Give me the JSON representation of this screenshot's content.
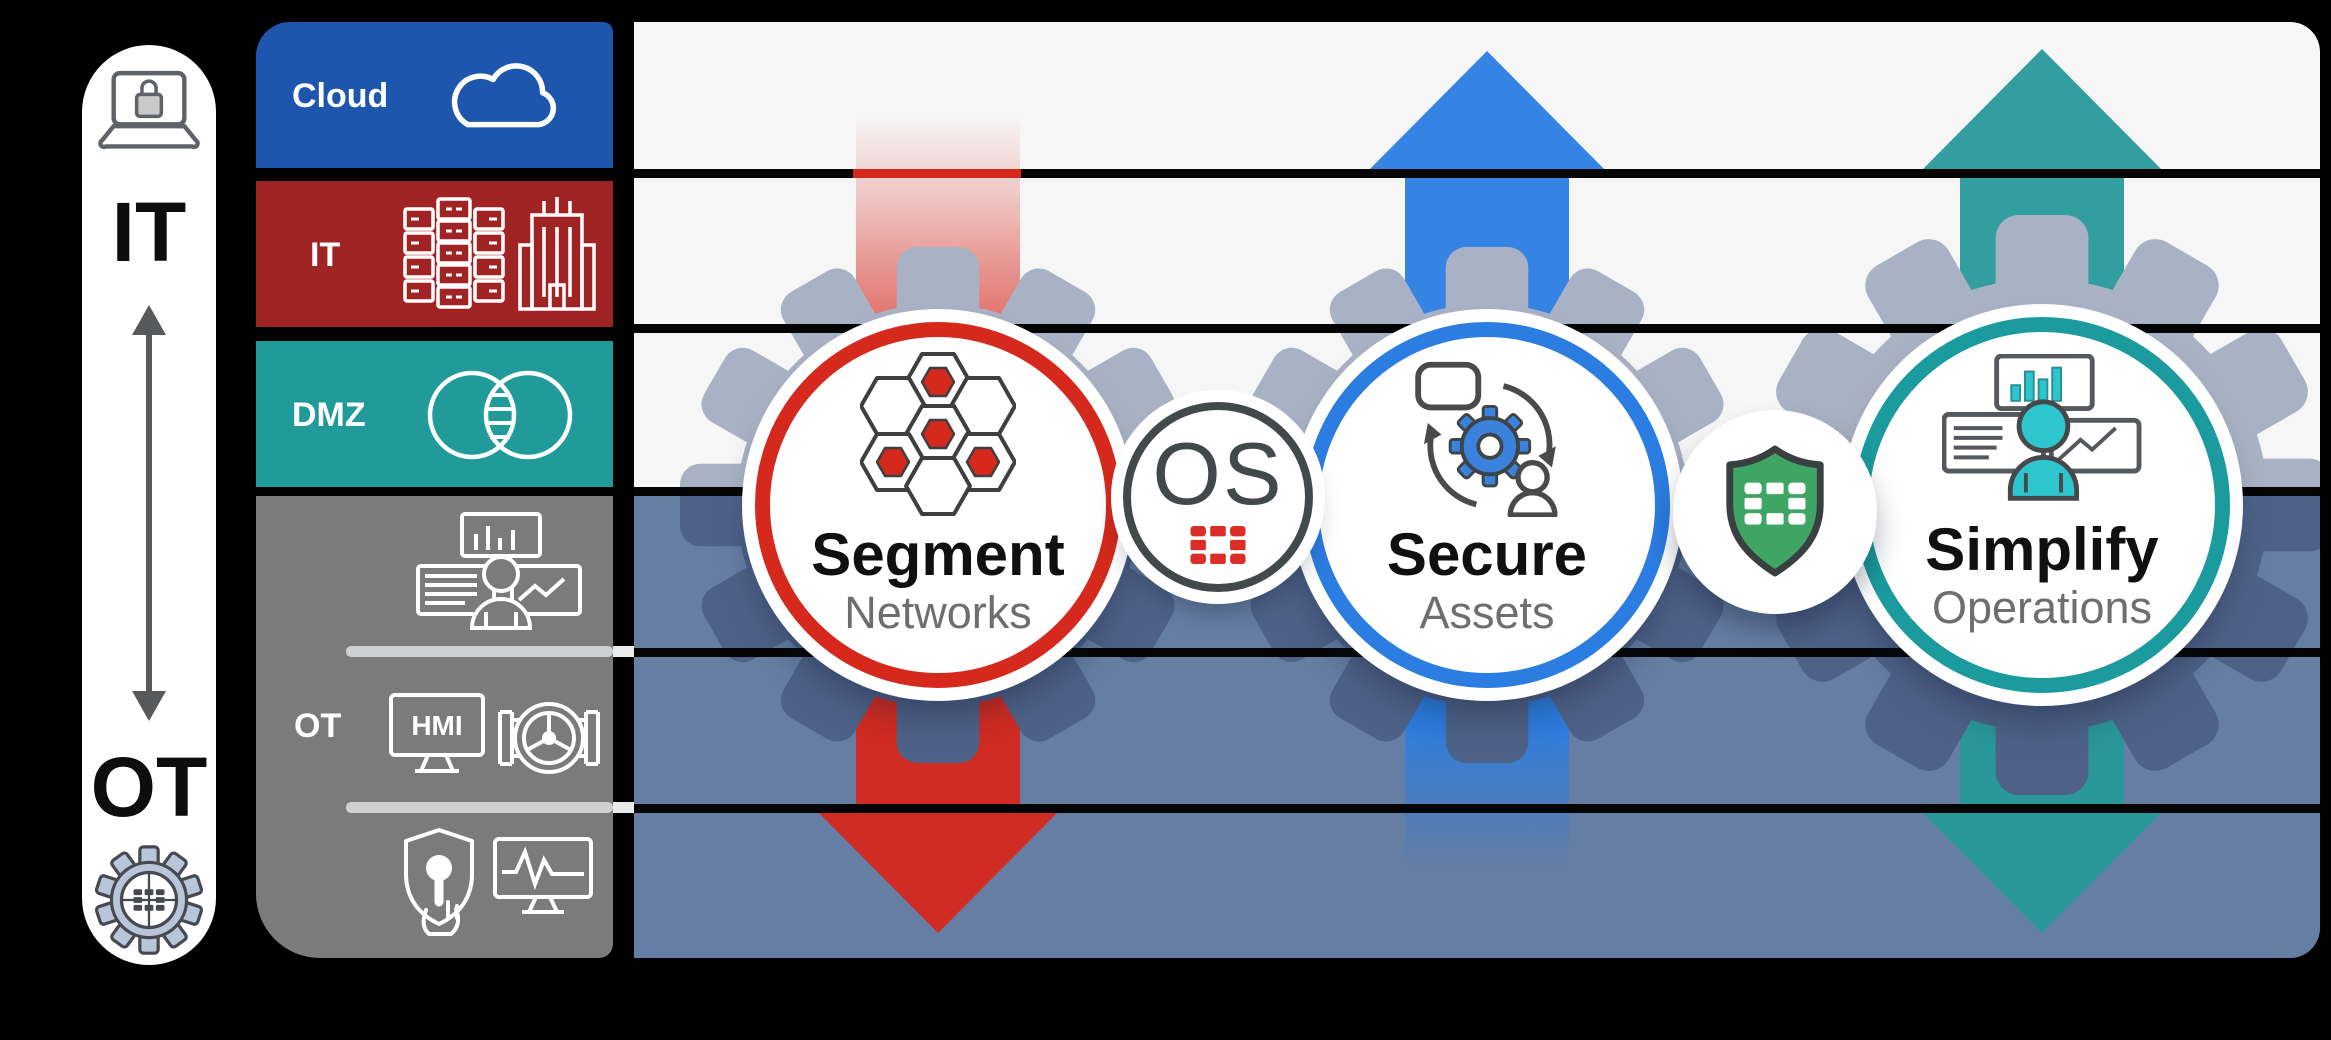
{
  "left_pill": {
    "top_label": "IT",
    "bottom_label": "OT",
    "icons": [
      "laptop-lock-icon",
      "updown-arrow-icon",
      "ot-gear-icon"
    ]
  },
  "layers": {
    "rows": [
      {
        "label": "Cloud",
        "color": "#1e56ae",
        "icon": "cloud-icon"
      },
      {
        "label": "IT",
        "color": "#a02423",
        "icons": [
          "server-rack-icon",
          "building-icon"
        ]
      },
      {
        "label": "DMZ",
        "color": "#219a9a",
        "icon": "venn-overlap-icon"
      },
      {
        "label": "OT",
        "color": "#7b7b7b",
        "hmi_label": "HMI",
        "icons": [
          "operator-dashboard-icon",
          "hmi-monitor-icon",
          "valve-icon",
          "touch-shield-icon",
          "waveform-monitor-icon"
        ]
      }
    ]
  },
  "pipeline": {
    "steps": [
      {
        "title": "Segment",
        "subtitle": "Networks",
        "accent_color": "#d6291d",
        "icon": "hexagon-cluster-icon",
        "arrow_direction": "down"
      },
      {
        "title": "Secure",
        "subtitle": "Assets",
        "accent_color": "#2b7de1",
        "icon": "asset-rotation-icon",
        "arrow_direction": "up"
      },
      {
        "title": "Simplify",
        "subtitle": "Operations",
        "accent_color": "#1b9b9e",
        "icon": "operations-team-icon",
        "arrow_direction": "up-down"
      }
    ],
    "connectors": [
      {
        "label": "OS",
        "logo": "fortinet-grid-icon",
        "logo_color": "#da2e26"
      },
      {
        "icon": "fortinet-shield-icon",
        "shield_color": "#3fa564"
      }
    ]
  },
  "panel": {
    "band_top_color": "#f6f6f7",
    "band_bottom_color": "#667ea4",
    "line_color": "#050505",
    "gear_light_color": "#a9b2c4",
    "gear_dark_color": "#4e6288"
  }
}
